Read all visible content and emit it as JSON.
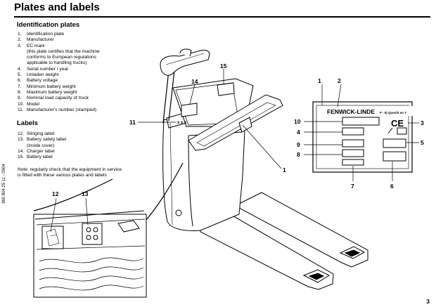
{
  "header": {
    "title": "Plates and labels"
  },
  "identification": {
    "heading": "Identification plates",
    "items": [
      {
        "n": "1.",
        "t": "Identification plate"
      },
      {
        "n": "2.",
        "t": "Manufacturer"
      },
      {
        "n": "3.",
        "t": "EC mark"
      },
      {
        "n": "",
        "t": "(this plate certifies that the machine"
      },
      {
        "n": "",
        "t": "conforms to European regulations"
      },
      {
        "n": "",
        "t": "applicable to handling trucks)"
      },
      {
        "n": "4.",
        "t": "Serial number / year"
      },
      {
        "n": "5.",
        "t": "Unladen  weight"
      },
      {
        "n": "6.",
        "t": "Battery voltage"
      },
      {
        "n": "7.",
        "t": "Minimum battery weight"
      },
      {
        "n": "8.",
        "t": "Maximum battery weight"
      },
      {
        "n": "9.",
        "t": "Nominal load capacity of truck"
      },
      {
        "n": "10.",
        "t": "Model"
      },
      {
        "n": "11.",
        "t": "Manufacturer's number (stamped)"
      }
    ]
  },
  "labels": {
    "heading": "Labels",
    "items": [
      {
        "n": "12.",
        "t": "Slinging  label"
      },
      {
        "n": "13.",
        "t": "Battery safety label"
      },
      {
        "n": "",
        "t": "(inside cover)"
      },
      {
        "n": "14.",
        "t": "Charger label"
      },
      {
        "n": "15.",
        "t": "Battery label"
      }
    ],
    "note": "Note: regularly check that the equipment in service is fitted with these various plates and  labels"
  },
  "side_code": "360 804 25 11 - 0504",
  "page_number": "3",
  "plate": {
    "brand": "FENWICK-LINDE",
    "sub": "F - 5) Quecht en Y",
    "ce": "CE"
  },
  "callouts": {
    "c1": "1",
    "c2": "2",
    "c3": "3",
    "c4": "4",
    "c5": "5",
    "c6": "6",
    "c7": "7",
    "c8": "8",
    "c9": "9",
    "c10": "10",
    "c11": "11",
    "c12": "12",
    "c13": "13",
    "c14": "14",
    "c15": "15",
    "c1b": "1"
  }
}
